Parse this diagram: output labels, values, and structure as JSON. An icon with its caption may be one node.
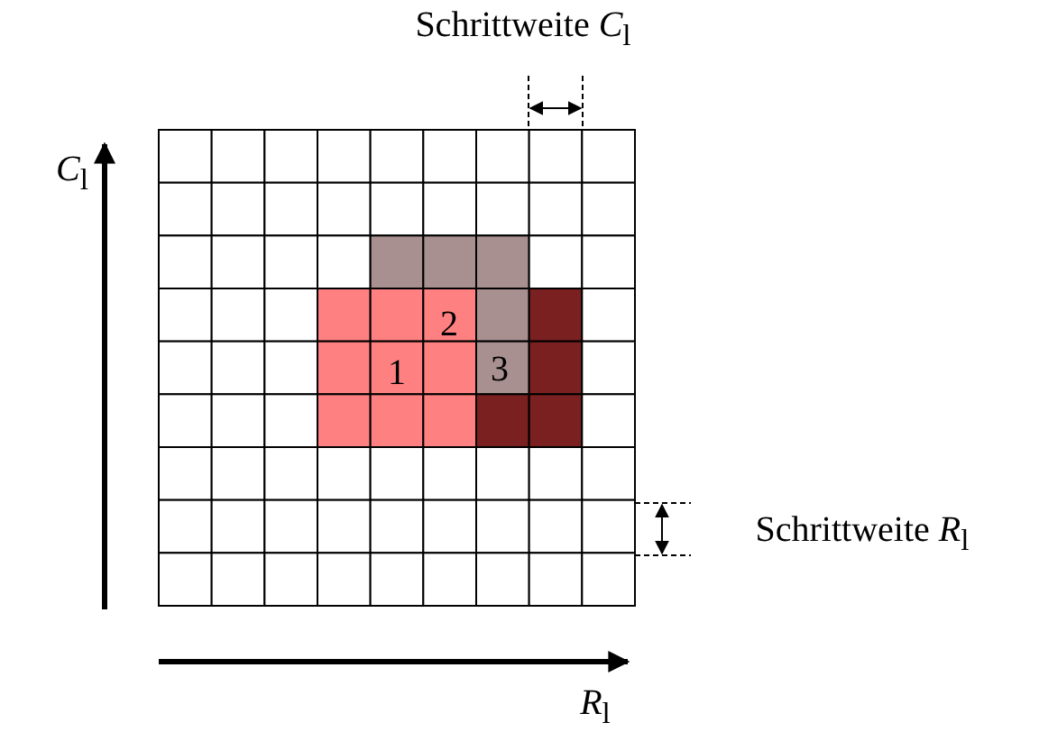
{
  "diagram": {
    "labels": [
      "Schrittweite *C*$_{l}$",
      "*C*$_{l}$",
      "2",
      "1",
      "3",
      "Schrittweite *R*$_{l}$",
      "*R*$_{l}$"
    ]
  }
}
